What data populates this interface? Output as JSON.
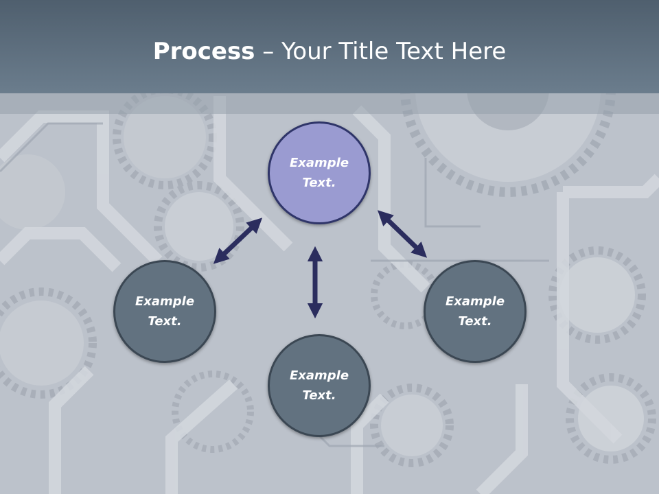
{
  "title": {
    "bold": "Process",
    "rest": " – Your Title Text Here"
  },
  "nodes": {
    "top": "Example Text.",
    "left": "Example Text.",
    "right": "Example Text.",
    "bottom": "Example Text."
  },
  "colors": {
    "header": "#5a6b7b",
    "node_highlight": "#9a9bd1",
    "node_default": "#627280",
    "arrow": "#2b2d5e"
  }
}
